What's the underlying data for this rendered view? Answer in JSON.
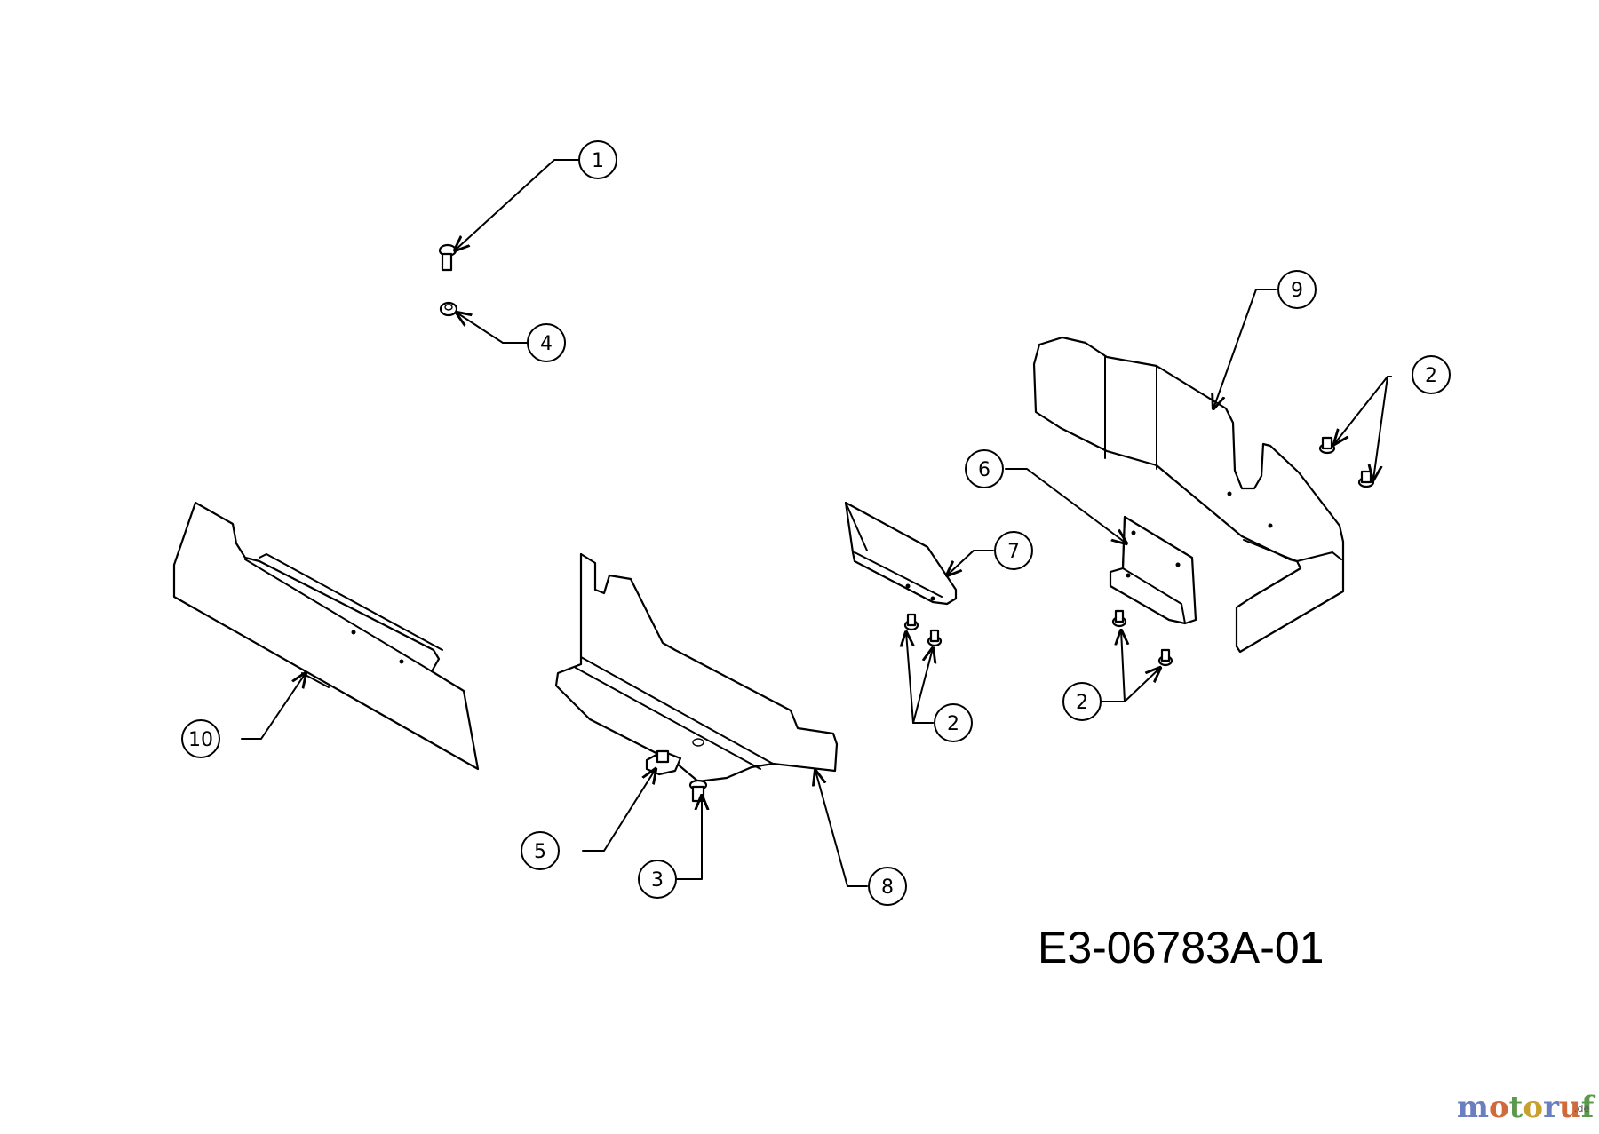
{
  "drawing_code": "E3-06783A-01",
  "callouts": {
    "c1": "1",
    "c2a": "2",
    "c2b": "2",
    "c2c": "2",
    "c3": "3",
    "c4": "4",
    "c5": "5",
    "c6": "6",
    "c7": "7",
    "c8": "8",
    "c9": "9",
    "c10": "10"
  },
  "watermark": {
    "text": "motoruf",
    "tld": ".de",
    "colors": [
      "#6a7fc0",
      "#d06a3a",
      "#5a9a4a",
      "#c8a030"
    ]
  }
}
